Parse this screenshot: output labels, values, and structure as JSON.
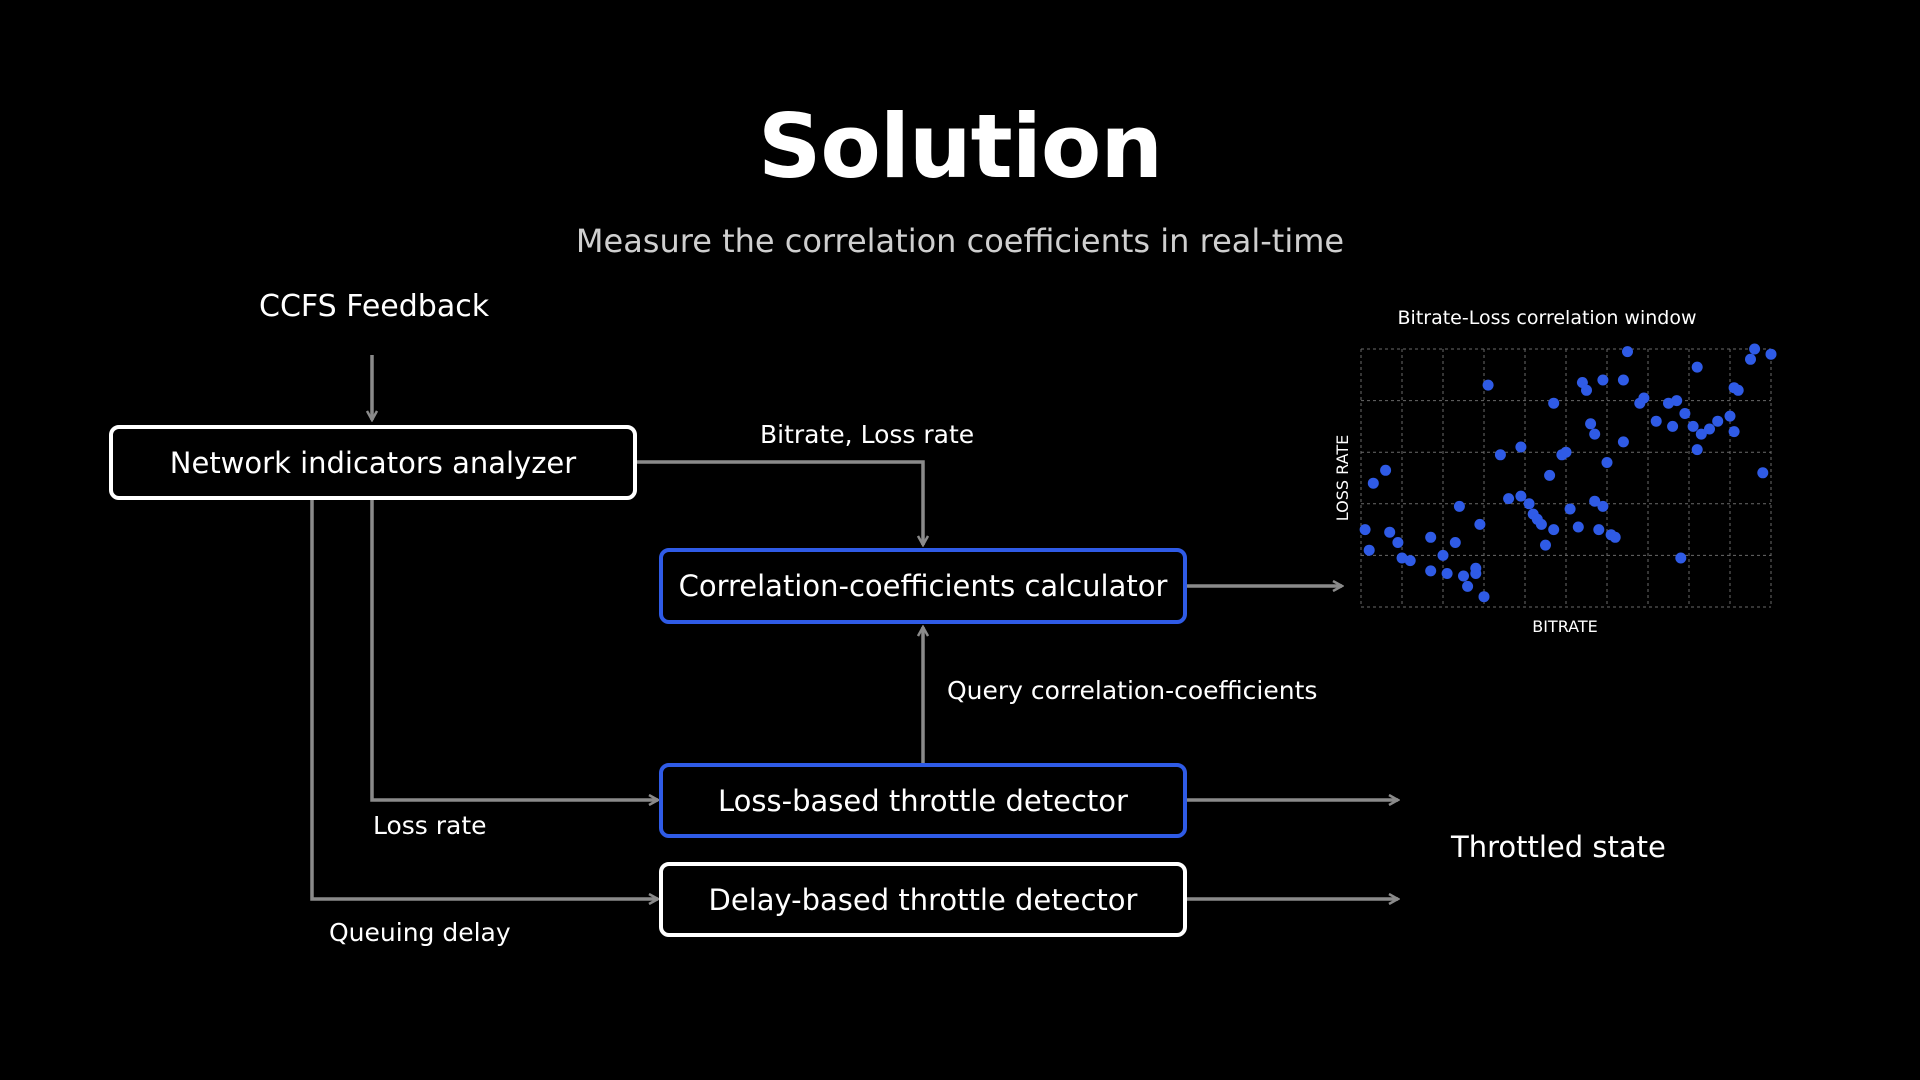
{
  "header": {
    "title": "Solution",
    "subtitle": "Measure the correlation coefficients in real-time"
  },
  "labels": {
    "feedback": "CCFS Feedback",
    "bitrate_loss": "Bitrate, Loss rate",
    "query": "Query correlation-coefficients",
    "loss_rate": "Loss rate",
    "queuing_delay": "Queuing delay",
    "throttled_state": "Throttled state"
  },
  "boxes": {
    "analyzer": "Network indicators analyzer",
    "calculator": "Correlation-coefficients calculator",
    "loss_detector": "Loss-based throttle detector",
    "delay_detector": "Delay-based throttle detector"
  },
  "colors": {
    "accent_blue": "#2f5be6",
    "arrow_gray": "#8a8a8a",
    "point_blue": "#2f5be6"
  },
  "chart_data": {
    "type": "scatter",
    "title": "Bitrate-Loss correlation window",
    "xlabel": "BITRATE",
    "ylabel": "LOSS RATE",
    "xlim": [
      0,
      100
    ],
    "ylim": [
      0,
      100
    ],
    "grid": true,
    "series": [
      {
        "points": [
          [
            3,
            48
          ],
          [
            6,
            53
          ],
          [
            1,
            30
          ],
          [
            2,
            22
          ],
          [
            7,
            29
          ],
          [
            9,
            25
          ],
          [
            10,
            19
          ],
          [
            12,
            18
          ],
          [
            17,
            27
          ],
          [
            17,
            14
          ],
          [
            20,
            20
          ],
          [
            21,
            13
          ],
          [
            23,
            25
          ],
          [
            24,
            39
          ],
          [
            25,
            12
          ],
          [
            26,
            8
          ],
          [
            28,
            13
          ],
          [
            28,
            15
          ],
          [
            29,
            32
          ],
          [
            30,
            4
          ],
          [
            31,
            86
          ],
          [
            34,
            59
          ],
          [
            36,
            42
          ],
          [
            39,
            43
          ],
          [
            39,
            62
          ],
          [
            41,
            40
          ],
          [
            42,
            36
          ],
          [
            43,
            34
          ],
          [
            44,
            32
          ],
          [
            45,
            24
          ],
          [
            46,
            51
          ],
          [
            47,
            30
          ],
          [
            47,
            79
          ],
          [
            49,
            59
          ],
          [
            50,
            60
          ],
          [
            51,
            38
          ],
          [
            53,
            31
          ],
          [
            54,
            87
          ],
          [
            55,
            84
          ],
          [
            56,
            71
          ],
          [
            57,
            67
          ],
          [
            57,
            41
          ],
          [
            58,
            30
          ],
          [
            59,
            39
          ],
          [
            59,
            88
          ],
          [
            60,
            56
          ],
          [
            61,
            28
          ],
          [
            62,
            27
          ],
          [
            64,
            88
          ],
          [
            64,
            64
          ],
          [
            65,
            99
          ],
          [
            68,
            79
          ],
          [
            69,
            81
          ],
          [
            72,
            72
          ],
          [
            75,
            79
          ],
          [
            76,
            70
          ],
          [
            77,
            80
          ],
          [
            78,
            19
          ],
          [
            79,
            75
          ],
          [
            81,
            70
          ],
          [
            82,
            61
          ],
          [
            83,
            67
          ],
          [
            82,
            93
          ],
          [
            85,
            69
          ],
          [
            87,
            72
          ],
          [
            90,
            74
          ],
          [
            91,
            85
          ],
          [
            91,
            68
          ],
          [
            92,
            84
          ],
          [
            95,
            96
          ],
          [
            96,
            100
          ],
          [
            98,
            52
          ],
          [
            100,
            98
          ]
        ]
      }
    ]
  }
}
